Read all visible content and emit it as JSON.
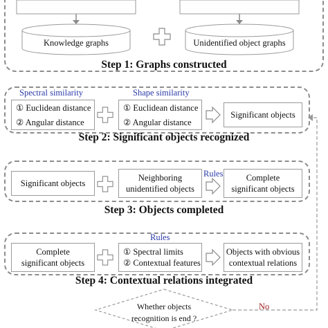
{
  "step1": {
    "left_db_label": "Knowledge graphs",
    "right_db_label": "Unidentified object graphs",
    "title": "Step 1: Graphs constructed"
  },
  "step2": {
    "spectral_title": "Spectral similarity",
    "spectral_items": [
      "① Euclidean distance",
      "② Angular distance"
    ],
    "shape_title": "Shape similarity",
    "shape_items": [
      "① Euclidean distance",
      "② Angular distance"
    ],
    "result": "Significant objects",
    "title": "Step 2: Significant objects recognized"
  },
  "step3": {
    "input": "Significant objects",
    "neighbor_lines": [
      "Neighboring",
      "unidentified objects"
    ],
    "rules_label": "Rules",
    "result_lines": [
      "Complete",
      "significant objects"
    ],
    "title": "Step 3: Objects completed"
  },
  "step4": {
    "input_lines": [
      "Complete",
      "significant objects"
    ],
    "rules_label": "Rules",
    "rules_items": [
      "① Spectral limits",
      "② Contextual features"
    ],
    "result_lines": [
      "Objects with obvious",
      "contextual relations"
    ],
    "title": "Step 4: Contextual relations integrated"
  },
  "decision": {
    "lines": [
      "Whether objects",
      "recognition is end ?"
    ],
    "no_label": "No"
  },
  "colors": {
    "rule_text": "#2b3aa8",
    "dash": "#8c8c8c",
    "box_border": "#9a9a9a"
  }
}
